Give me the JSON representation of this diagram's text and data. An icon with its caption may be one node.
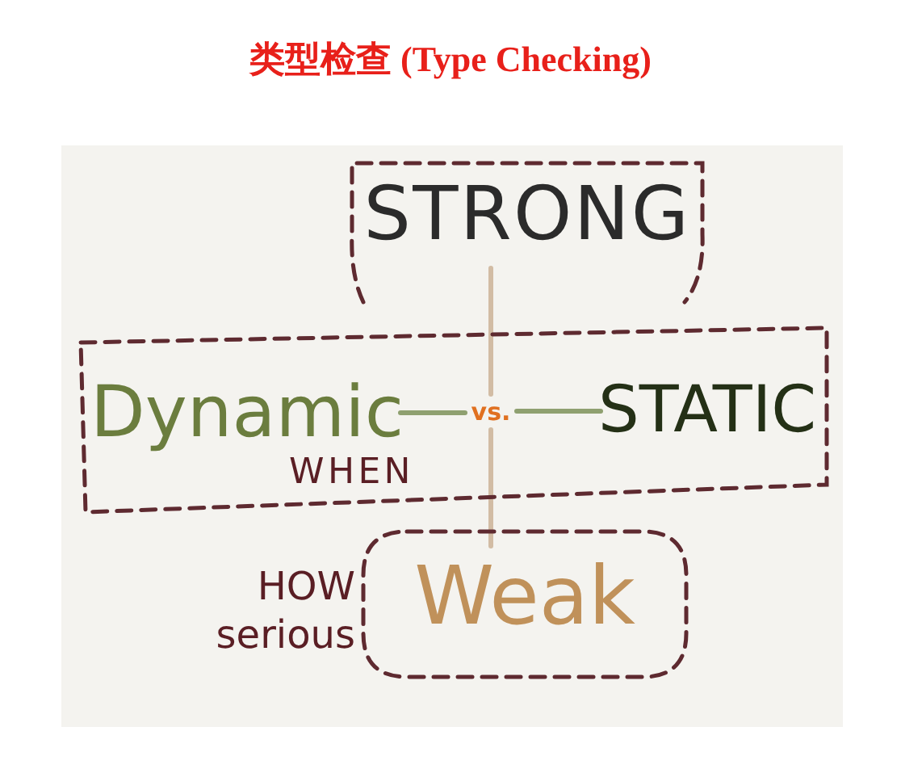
{
  "diagram": {
    "title": "类型检查 (Type Checking)",
    "nodes": [
      {
        "text": [
          "STRONG"
        ]
      },
      {
        "text": [
          "WHEN"
        ]
      },
      {
        "text": [
          "Dynamic"
        ],
        "in": 1
      },
      {
        "text": [
          "vs."
        ],
        "in": 1
      },
      {
        "text": [
          "STATIC"
        ],
        "in": 1
      },
      {
        "text": [
          "Weak"
        ],
        "beside": [
          "HOW serious"
        ]
      }
    ],
    "edges": [
      {
        "from": 2,
        "to": 3,
        "arrow": "none",
        "color": "#8fa070"
      },
      {
        "from": 3,
        "to": 4,
        "arrow": "none",
        "color": "#8fa070"
      },
      {
        "from": 0,
        "to": 3,
        "arrow": "none"
      },
      {
        "from": 3,
        "to": 5,
        "arrow": "none"
      }
    ]
  }
}
